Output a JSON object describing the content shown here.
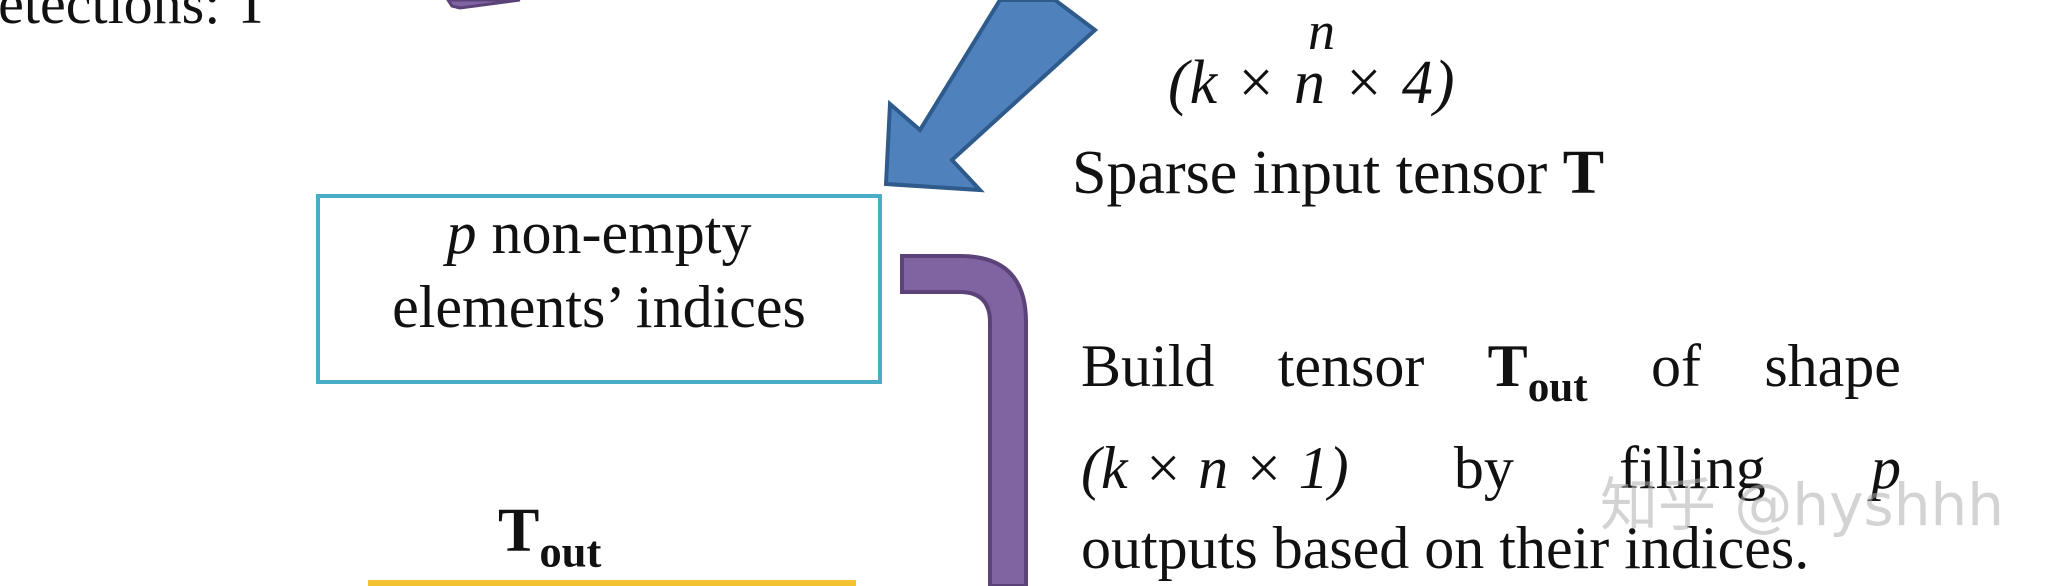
{
  "top_left_text": "letections: T",
  "math": {
    "n_label": "n",
    "shape_label": "(k × n × 4)"
  },
  "sparse_label": {
    "text": "Sparse input tensor ",
    "bold": "T"
  },
  "box": {
    "line1_var": "p",
    "line1_rest": " non-empty",
    "line2": "elements’ indices"
  },
  "build_paragraph": {
    "l1_a": "Build",
    "l1_b": "tensor",
    "l1_t": "T",
    "l1_sub": "out",
    "l1_c": "of",
    "l1_d": "shape",
    "l2_a": "(k × n × 1)",
    "l2_b": "by",
    "l2_c": "filling",
    "l2_d": "p",
    "l3": "outputs based on their indices."
  },
  "tout_label": {
    "main": "T",
    "sub": "out"
  },
  "watermark": "知乎 @hyshhh",
  "colors": {
    "arrow_blue_fill": "#4F81BD",
    "arrow_blue_stroke": "#2E5A8C",
    "box_border": "#4BACC6",
    "connector_fill": "#8064A2",
    "connector_stroke": "#5B4379",
    "yellow_bar": "#F2C230"
  }
}
